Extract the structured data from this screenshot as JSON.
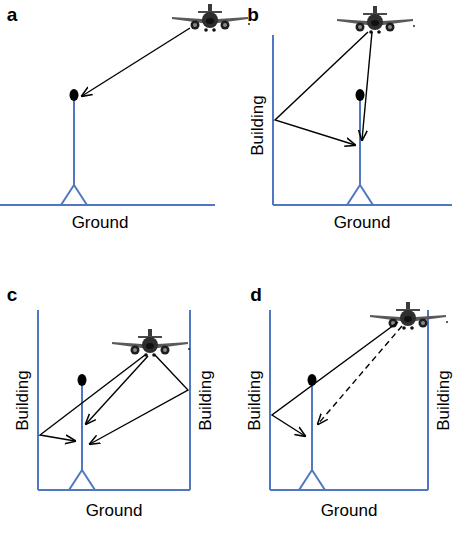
{
  "diagram": {
    "labels": [
      "a",
      "b",
      "Ground",
      "Building",
      "Ground",
      "c",
      "d",
      "Building",
      "Building",
      "Ground",
      "Building",
      "Building",
      "Ground"
    ]
  }
}
